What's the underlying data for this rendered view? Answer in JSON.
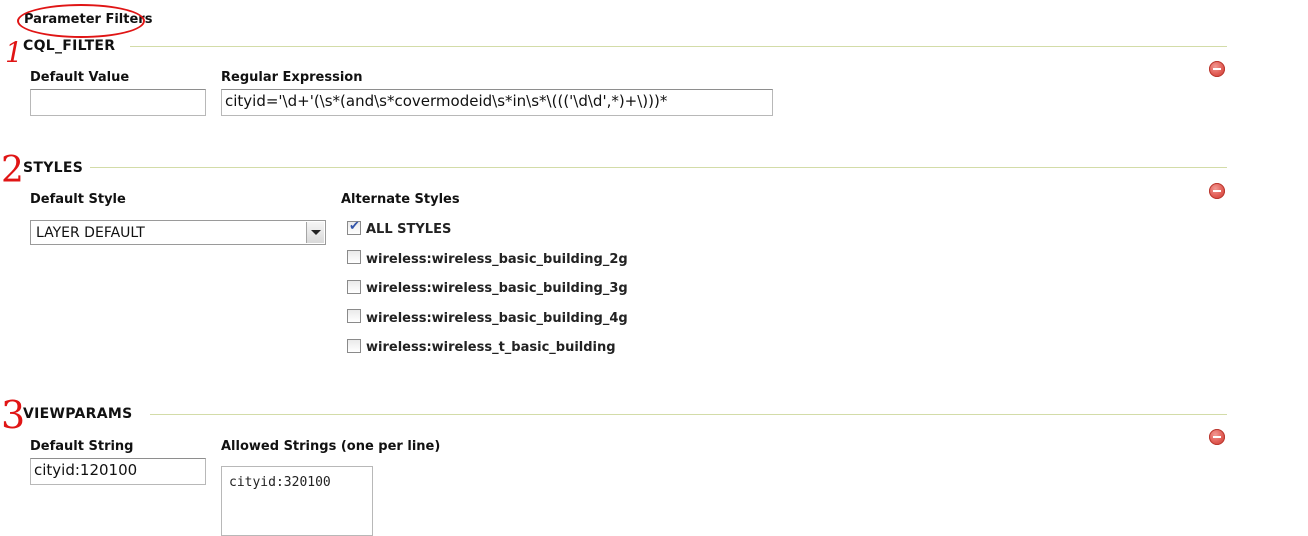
{
  "page_title": "Parameter Filters",
  "colors": {
    "annotation": "#e01515",
    "remove": "#e05a52",
    "rule": "#d3dca8"
  },
  "annotations": [
    "1",
    "2",
    "3"
  ],
  "cql_filter": {
    "title": "CQL_FILTER",
    "default_value_label": "Default Value",
    "default_value": "",
    "regex_label": "Regular Expression",
    "regex_value": "cityid='\\d+'(\\s*(and\\s*covermodeid\\s*in\\s*\\((('\\d\\d',*)+\\)))*"
  },
  "styles": {
    "title": "STYLES",
    "default_style_label": "Default Style",
    "default_style_value": "LAYER DEFAULT",
    "alternate_label": "Alternate Styles",
    "options": [
      {
        "label": "ALL STYLES",
        "checked": true
      },
      {
        "label": "wireless:wireless_basic_building_2g",
        "checked": false
      },
      {
        "label": "wireless:wireless_basic_building_3g",
        "checked": false
      },
      {
        "label": "wireless:wireless_basic_building_4g",
        "checked": false
      },
      {
        "label": "wireless:wireless_t_basic_building",
        "checked": false
      }
    ]
  },
  "viewparams": {
    "title": "VIEWPARAMS",
    "default_string_label": "Default String",
    "default_string_value": "cityid:120100",
    "allowed_label": "Allowed Strings (one per line)",
    "allowed_value": "cityid:320100"
  },
  "icons": {
    "remove": "remove-circle-icon"
  }
}
